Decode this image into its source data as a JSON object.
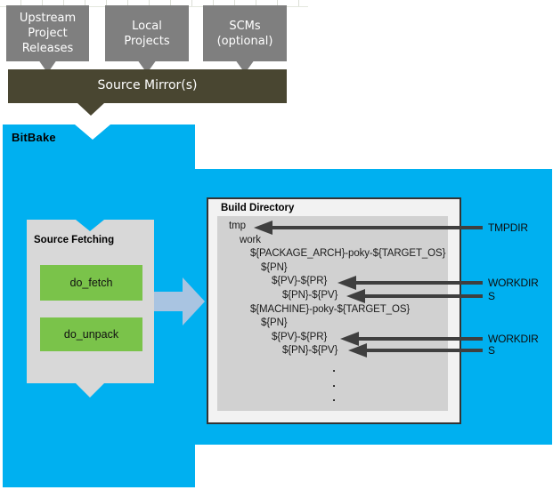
{
  "colors": {
    "bitbake_blue": "#00B0F0",
    "mirror_olive": "#494631",
    "source_box_gray": "#7F7F7F",
    "panel_gray": "#D8D8D8",
    "tree_panel_gray": "#D1D1D1",
    "task_green": "#7AC34A",
    "flow_arrow_blue": "#A9C4E1",
    "pointer_dark": "#3F3F3F"
  },
  "upstream_sources": {
    "boxes": [
      {
        "label": "Upstream Project Releases"
      },
      {
        "label": "Local Projects"
      },
      {
        "label": "SCMs (optional)"
      }
    ],
    "mirror_label": "Source Mirror(s)"
  },
  "bitbake": {
    "label": "BitBake"
  },
  "source_fetching": {
    "title": "Source Fetching",
    "tasks": [
      {
        "label": "do_fetch"
      },
      {
        "label": "do_unpack"
      }
    ]
  },
  "build_directory": {
    "title": "Build Directory",
    "tree": [
      {
        "text": "tmp",
        "indent": 0
      },
      {
        "text": "work",
        "indent": 1
      },
      {
        "text": "${PACKAGE_ARCH}-poky-${TARGET_OS}",
        "indent": 2
      },
      {
        "text": "${PN}",
        "indent": 3
      },
      {
        "text": "${PV}-${PR}",
        "indent": 4
      },
      {
        "text": "${PN}-${PV}",
        "indent": 5
      },
      {
        "text": "${MACHINE}-poky-${TARGET_OS}",
        "indent": 2
      },
      {
        "text": "${PN}",
        "indent": 3
      },
      {
        "text": "${PV}-${PR}",
        "indent": 4
      },
      {
        "text": "${PN}-${PV}",
        "indent": 5
      }
    ],
    "dots": [
      ".",
      ".",
      "."
    ]
  },
  "pointers": [
    {
      "label": "TMPDIR",
      "points_to": "tmp"
    },
    {
      "label": "WORKDIR",
      "points_to": "${PV}-${PR}"
    },
    {
      "label": "S",
      "points_to": "${PN}-${PV}"
    },
    {
      "label": "WORKDIR",
      "points_to": "${PV}-${PR}"
    },
    {
      "label": "S",
      "points_to": "${PN}-${PV}"
    }
  ]
}
